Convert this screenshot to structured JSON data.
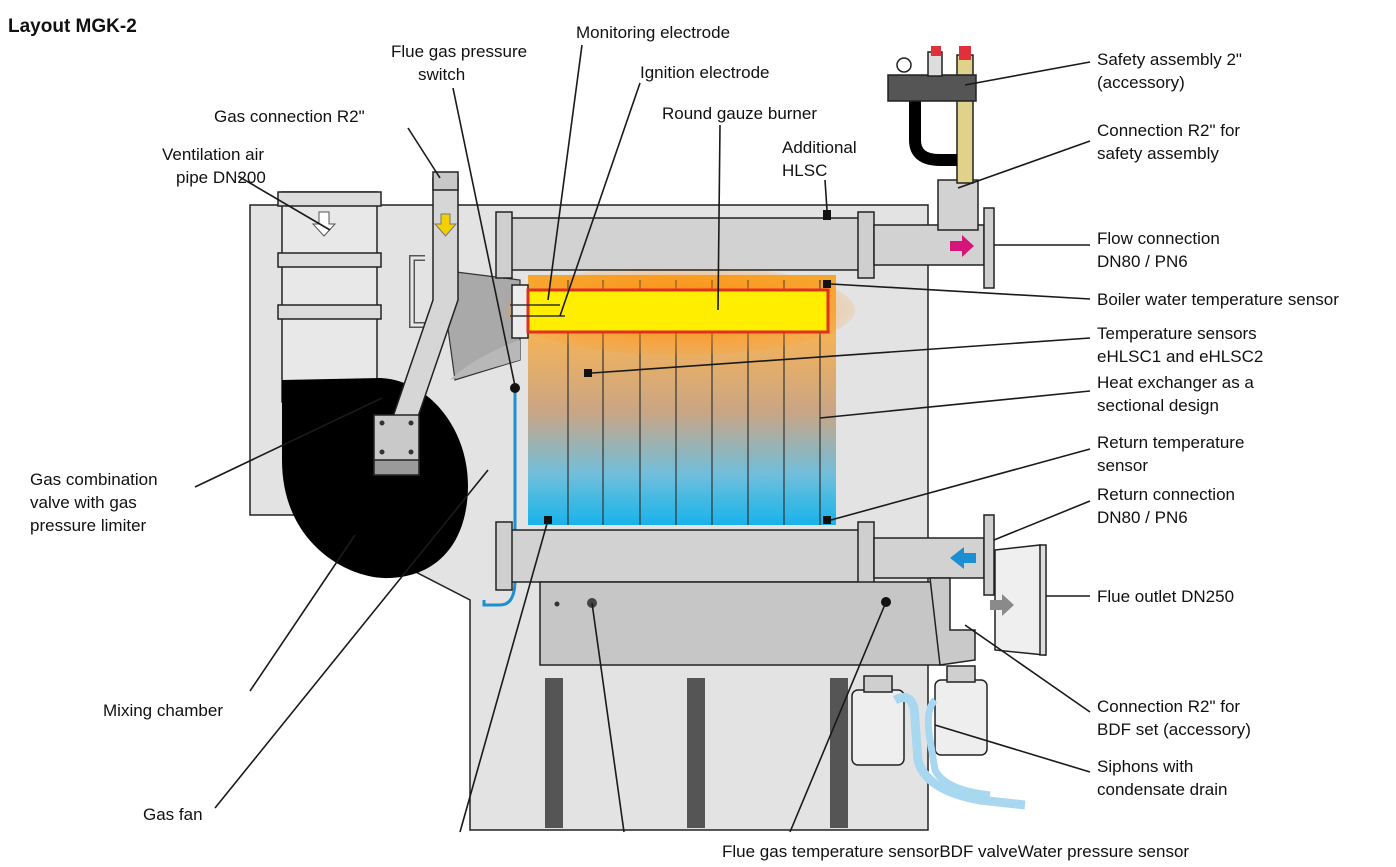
{
  "title": "Layout MGK-2",
  "labels": {
    "flue_gas_pressure_switch": [
      "Flue gas pressure",
      "switch"
    ],
    "monitoring_electrode": "Monitoring electrode",
    "ignition_electrode": "Ignition electrode",
    "gas_connection": "Gas connection R2\"",
    "round_gauze_burner": "Round gauze burner",
    "ventilation_air_pipe": [
      "Ventilation air",
      "pipe DN200"
    ],
    "additional_hlsc": [
      "Additional",
      "HLSC"
    ],
    "safety_assembly": [
      "Safety assembly 2\"",
      "(accessory)"
    ],
    "connection_safety": [
      "Connection R2\" for",
      "safety assembly"
    ],
    "flow_connection": [
      "Flow connection",
      "DN80 / PN6"
    ],
    "boiler_water_temp": "Boiler water temperature sensor",
    "temperature_sensors": [
      "Temperature sensors",
      "eHLSC1 and eHLSC2"
    ],
    "heat_exchanger": [
      "Heat exchanger as a",
      "sectional design"
    ],
    "return_temp_sensor": [
      "Return temperature",
      "sensor"
    ],
    "return_connection": [
      "Return connection",
      "DN80 / PN6"
    ],
    "gas_combination_valve": [
      "Gas combination",
      "valve with gas",
      "pressure limiter"
    ],
    "flue_outlet": "Flue outlet DN250",
    "mixing_chamber": "Mixing chamber",
    "connection_bdf": [
      "Connection R2\" for",
      "BDF set (accessory)"
    ],
    "siphons": [
      "Siphons with",
      "condensate drain"
    ],
    "gas_fan": "Gas fan",
    "bottom_labels": "Flue gas temperature sensorBDF valveWater pressure sensor"
  },
  "colors": {
    "casing": "#e3e3e3",
    "pipe": "#d2d2d2",
    "burner": "#ffee00",
    "burner_outline": "#e0301e",
    "hot": "#f5a623",
    "cold": "#28b4e8",
    "flow_arrow": "#d6157a",
    "return_arrow": "#1b8fd1",
    "gas_arrow": "#f4d000",
    "drain": "#a8d8f0"
  }
}
